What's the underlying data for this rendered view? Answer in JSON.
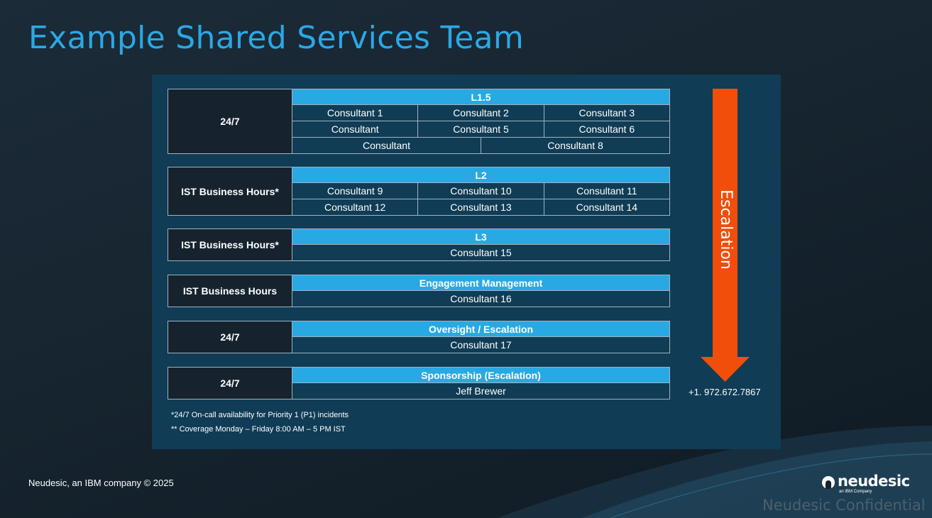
{
  "slide": {
    "title": "Example Shared Services Team",
    "footer": "Neudesic, an IBM company © 2025",
    "confidential": "Neudesic Confidential",
    "logo": {
      "name": "neudesic",
      "sub": "an IBM Company"
    }
  },
  "colors": {
    "accent": "#29a9e3",
    "title": "#2aa8e6",
    "panel": "#103c55",
    "label_bg": "#16232e",
    "arrow": "#f04e0a"
  },
  "blocks": [
    {
      "label": "24/7",
      "header": "L1.5",
      "rows": [
        [
          "Consultant 1",
          "Consultant 2",
          "Consultant 3"
        ],
        [
          "Consultant",
          "Consultant 5",
          "Consultant 6"
        ],
        [
          "Consultant",
          "Consultant 8"
        ]
      ]
    },
    {
      "label": "IST Business Hours*",
      "header": "L2",
      "rows": [
        [
          "Consultant 9",
          "Consultant 10",
          "Consultant 11"
        ],
        [
          "Consultant 12",
          "Consultant 13",
          "Consultant 14"
        ]
      ]
    },
    {
      "label": "IST Business Hours*",
      "header": "L3",
      "rows": [
        [
          "Consultant 15"
        ]
      ]
    },
    {
      "label": "IST Business Hours",
      "header": "Engagement Management",
      "rows": [
        [
          "Consultant 16"
        ]
      ]
    },
    {
      "label": "24/7",
      "header": "Oversight / Escalation",
      "rows": [
        [
          "Consultant 17"
        ]
      ]
    },
    {
      "label": "24/7",
      "header": "Sponsorship (Escalation)",
      "rows": [
        [
          "Jeff Brewer"
        ]
      ]
    }
  ],
  "escalation": {
    "label": "Escalation",
    "phone": "+1. 972.672.7867",
    "icon": "down-arrow-icon"
  },
  "notes": [
    "*24/7 On-call availability for Priority 1 (P1) incidents",
    "** Coverage Monday – Friday 8:00 AM – 5 PM IST"
  ]
}
